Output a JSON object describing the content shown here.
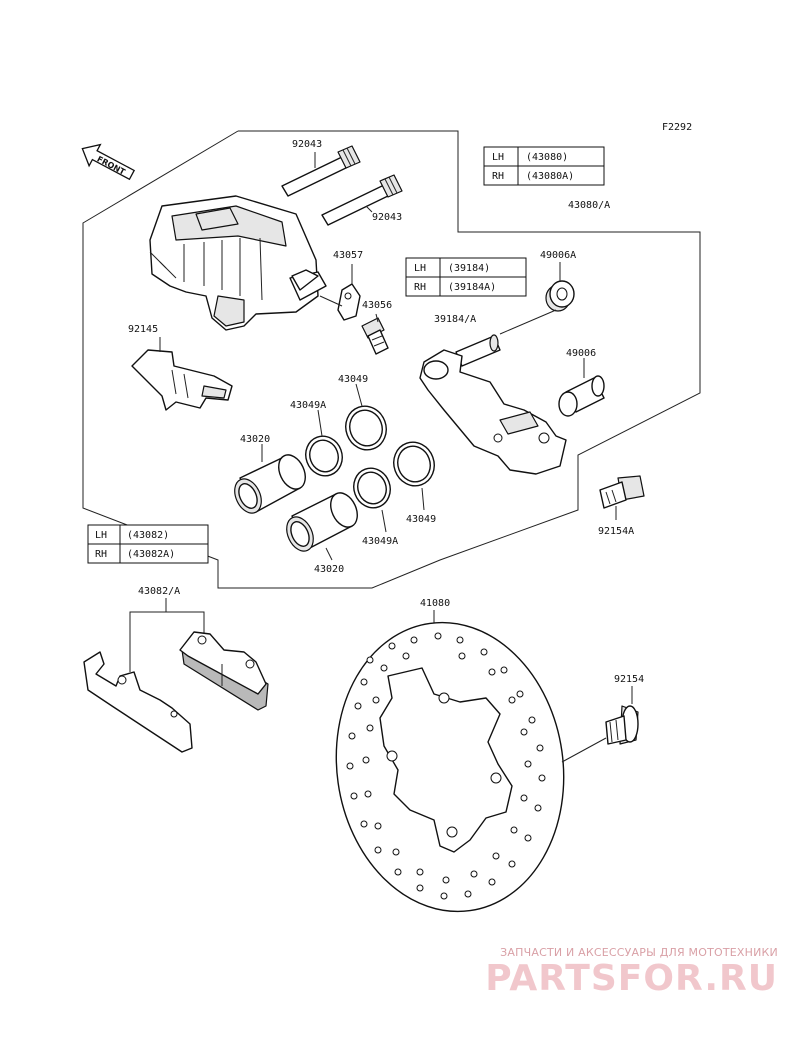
{
  "figure_code": "F2292",
  "front_label": "FRONT",
  "parts": {
    "p92043_top": "92043",
    "p92043_bottom": "92043",
    "p43057": "43057",
    "p43056": "43056",
    "p92145": "92145",
    "p43049_a": "43049",
    "p43049A_a": "43049A",
    "p43020_a": "43020",
    "p43049_b": "43049",
    "p43049A_b": "43049A",
    "p43020_b": "43020",
    "p43080A": "43080/A",
    "p49006A": "49006A",
    "p39184A": "39184/A",
    "p49006": "49006",
    "p92154A": "92154A",
    "p43082A": "43082/A",
    "p41080": "41080",
    "p92154": "92154"
  },
  "tables": {
    "caliper": {
      "lh_side": "LH",
      "lh_part": "(43080)",
      "rh_side": "RH",
      "rh_part": "(43080A)"
    },
    "holder": {
      "lh_side": "LH",
      "lh_part": "(39184)",
      "rh_side": "RH",
      "rh_part": "(39184A)"
    },
    "pads": {
      "lh_side": "LH",
      "lh_part": "(43082)",
      "rh_side": "RH",
      "rh_part": "(43082A)"
    }
  },
  "watermark": {
    "tagline": "ЗАПЧАСТИ И АКСЕССУАРЫ ДЛЯ МОТОТЕХНИКИ",
    "brand": "PARTSFOR.RU"
  }
}
